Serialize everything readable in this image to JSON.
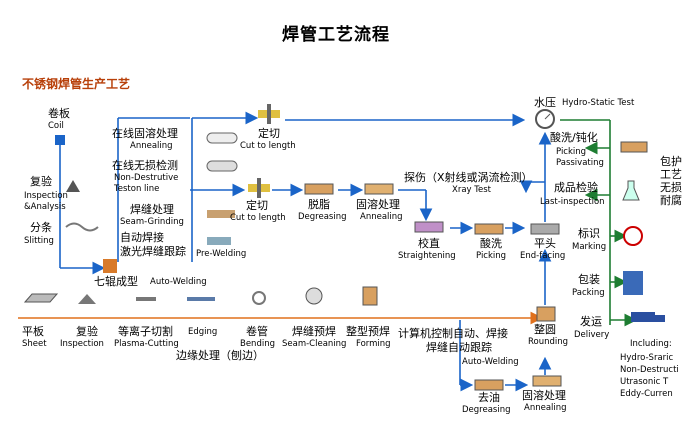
{
  "title": "焊管工艺流程",
  "subtitle": "不锈钢焊管生产工艺",
  "colors": {
    "flow_top": "#1a64c8",
    "flow_bottom": "#e0701c",
    "flow_right": "#1e7d32",
    "subtitle": "#b8400a"
  },
  "steps": {
    "coil": {
      "cn": "卷板",
      "en": "Coil"
    },
    "inspection_analysis": {
      "cn": "复验",
      "en": "Inspection",
      "en2": "&Analysis"
    },
    "slitting": {
      "cn": "分条",
      "en": "Slitting"
    },
    "annealing_online": {
      "cn": "在线固溶处理",
      "en": "Annealing"
    },
    "ndt_online": {
      "cn": "在线无损检测",
      "en": "Non-Destrutive",
      "en2": "Teston line"
    },
    "seam_grinding": {
      "cn": "焊缝处理",
      "en": "Seam-Grinding"
    },
    "auto_welding_laser": {
      "cn": "自动焊接",
      "cn2": "激光焊缝跟踪",
      "en": "Pre-Welding"
    },
    "roll_forming": {
      "cn": "七辊成型",
      "en": "Auto-Welding"
    },
    "cut_top": {
      "cn": "定切",
      "en": "Cut to length"
    },
    "cut_mid": {
      "cn": "定切",
      "en": "Cut to length"
    },
    "degreasing_top": {
      "cn": "脱脂",
      "en": "Degreasing"
    },
    "annealing_top": {
      "cn": "固溶处理",
      "en": "Annealing"
    },
    "xray": {
      "cn": "探伤（X射线或涡流检测）",
      "en": "Xray Test"
    },
    "straightening": {
      "cn": "校直",
      "en": "Straightening"
    },
    "pickling": {
      "cn": "酸洗",
      "en": "Picking"
    },
    "end_facing": {
      "cn": "平头",
      "en": "End-facing"
    },
    "hydro": {
      "cn": "水压",
      "en": "Hydro-Static Test"
    },
    "pickling_passivating": {
      "cn": "酸洗/钝化",
      "en": "Picking",
      "en2": "Passivating"
    },
    "last_inspection": {
      "cn": "成品检验",
      "en": "Last-inspection"
    },
    "marking": {
      "cn": "标识",
      "en": "Marking"
    },
    "packing": {
      "cn": "包装",
      "en": "Packing"
    },
    "delivery": {
      "cn": "发运",
      "en": "Delivery"
    },
    "sheet": {
      "cn": "平板",
      "en": "Sheet"
    },
    "inspection_b": {
      "cn": "复验",
      "en": "Inspection"
    },
    "plasma": {
      "cn": "等离子切割",
      "en": "Plasma-Cutting"
    },
    "edging": {
      "cn": "边缘处理（刨边）",
      "en": "Edging"
    },
    "bending": {
      "cn": "卷管",
      "en": "Bending"
    },
    "seam_cleaning": {
      "cn": "焊缝预焊",
      "en": "Seam-Cleaning"
    },
    "forming": {
      "cn": "整型预焊",
      "en": "Forming"
    },
    "cnc_welding": {
      "cn": "计算机控制自动、焊接",
      "cn2": "焊缝自动跟踪",
      "en": "Auto-Welding"
    },
    "rounding": {
      "cn": "整圆",
      "en": "Rounding"
    },
    "degreasing_b": {
      "cn": "去油",
      "en": "Degreasing"
    },
    "annealing_b": {
      "cn": "固溶处理",
      "en": "Annealing"
    }
  },
  "right_notes": {
    "line1": "包护",
    "line2": "工艺",
    "line3": "无损",
    "line4": "耐腐"
  },
  "including": {
    "head": "Including:",
    "items": [
      "Hydro-Sraric",
      "Non-Destructi",
      "Utrasonic T",
      "Eddy-Curren"
    ]
  }
}
